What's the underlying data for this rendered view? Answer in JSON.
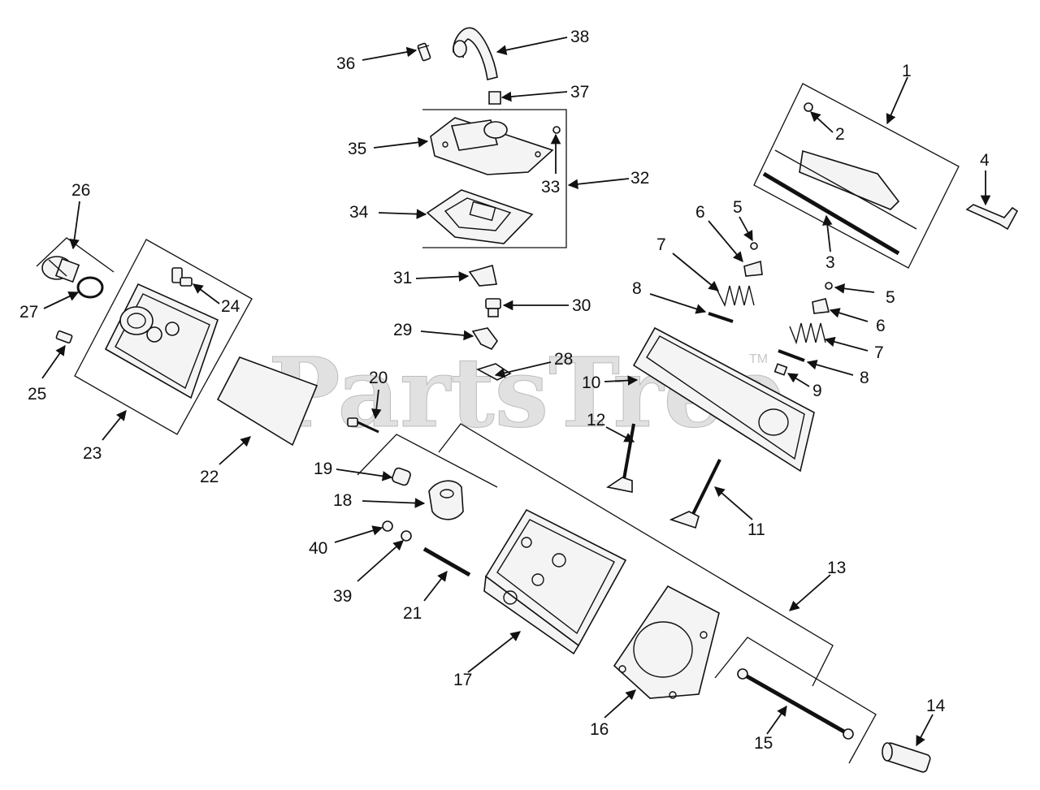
{
  "watermark": {
    "text": "PartsTree",
    "trademark": "TM"
  },
  "callouts": [
    {
      "id": "1",
      "label": "1"
    },
    {
      "id": "2",
      "label": "2"
    },
    {
      "id": "3",
      "label": "3"
    },
    {
      "id": "4",
      "label": "4"
    },
    {
      "id": "5a",
      "label": "5"
    },
    {
      "id": "5b",
      "label": "5"
    },
    {
      "id": "6a",
      "label": "6"
    },
    {
      "id": "6b",
      "label": "6"
    },
    {
      "id": "7a",
      "label": "7"
    },
    {
      "id": "7b",
      "label": "7"
    },
    {
      "id": "8a",
      "label": "8"
    },
    {
      "id": "8b",
      "label": "8"
    },
    {
      "id": "9",
      "label": "9"
    },
    {
      "id": "10",
      "label": "10"
    },
    {
      "id": "11",
      "label": "11"
    },
    {
      "id": "12",
      "label": "12"
    },
    {
      "id": "13",
      "label": "13"
    },
    {
      "id": "14",
      "label": "14"
    },
    {
      "id": "15",
      "label": "15"
    },
    {
      "id": "16",
      "label": "16"
    },
    {
      "id": "17",
      "label": "17"
    },
    {
      "id": "18",
      "label": "18"
    },
    {
      "id": "19",
      "label": "19"
    },
    {
      "id": "20",
      "label": "20"
    },
    {
      "id": "21",
      "label": "21"
    },
    {
      "id": "22",
      "label": "22"
    },
    {
      "id": "23",
      "label": "23"
    },
    {
      "id": "24",
      "label": "24"
    },
    {
      "id": "25",
      "label": "25"
    },
    {
      "id": "26",
      "label": "26"
    },
    {
      "id": "27",
      "label": "27"
    },
    {
      "id": "28",
      "label": "28"
    },
    {
      "id": "29",
      "label": "29"
    },
    {
      "id": "30",
      "label": "30"
    },
    {
      "id": "31",
      "label": "31"
    },
    {
      "id": "32",
      "label": "32"
    },
    {
      "id": "33",
      "label": "33"
    },
    {
      "id": "34",
      "label": "34"
    },
    {
      "id": "35",
      "label": "35"
    },
    {
      "id": "36",
      "label": "36"
    },
    {
      "id": "37",
      "label": "37"
    },
    {
      "id": "38",
      "label": "38"
    },
    {
      "id": "39",
      "label": "39"
    },
    {
      "id": "40",
      "label": "40"
    }
  ]
}
